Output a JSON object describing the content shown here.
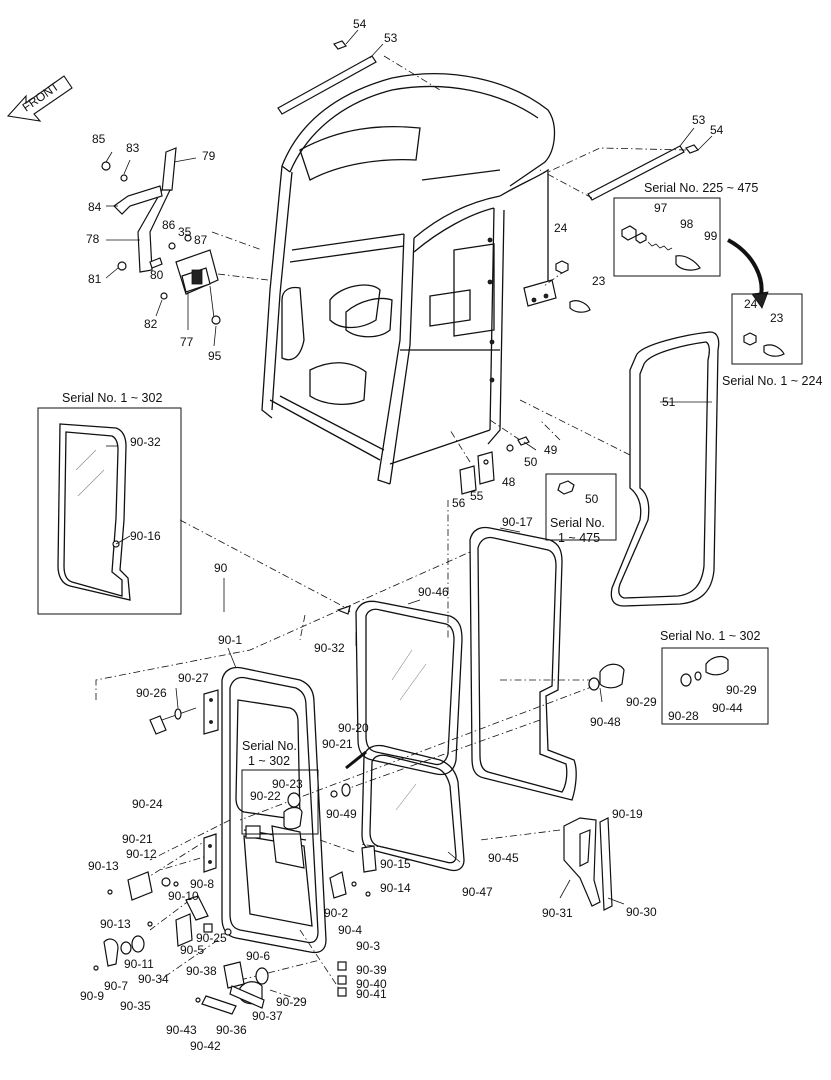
{
  "diagram": {
    "direction_label": "FRONT",
    "callouts": [
      {
        "id": "c54a",
        "text": "54"
      },
      {
        "id": "c53a",
        "text": "53"
      },
      {
        "id": "c53b",
        "text": "53"
      },
      {
        "id": "c54b",
        "text": "54"
      },
      {
        "id": "c85",
        "text": "85"
      },
      {
        "id": "c83",
        "text": "83"
      },
      {
        "id": "c79",
        "text": "79"
      },
      {
        "id": "c84",
        "text": "84"
      },
      {
        "id": "c78",
        "text": "78"
      },
      {
        "id": "c86",
        "text": "86"
      },
      {
        "id": "c35",
        "text": "35"
      },
      {
        "id": "c87",
        "text": "87"
      },
      {
        "id": "c80",
        "text": "80"
      },
      {
        "id": "c81",
        "text": "81"
      },
      {
        "id": "c82",
        "text": "82"
      },
      {
        "id": "c77",
        "text": "77"
      },
      {
        "id": "c95",
        "text": "95"
      },
      {
        "id": "c97",
        "text": "97"
      },
      {
        "id": "c98",
        "text": "98"
      },
      {
        "id": "c99",
        "text": "99"
      },
      {
        "id": "c24a",
        "text": "24"
      },
      {
        "id": "c23a",
        "text": "23"
      },
      {
        "id": "c24b",
        "text": "24"
      },
      {
        "id": "c23b",
        "text": "23"
      },
      {
        "id": "c51",
        "text": "51"
      },
      {
        "id": "c49",
        "text": "49"
      },
      {
        "id": "c50a",
        "text": "50"
      },
      {
        "id": "c48",
        "text": "48"
      },
      {
        "id": "c55",
        "text": "55"
      },
      {
        "id": "c56",
        "text": "56"
      },
      {
        "id": "c50b",
        "text": "50"
      },
      {
        "id": "c90-32a",
        "text": "90-32"
      },
      {
        "id": "c90-16",
        "text": "90-16"
      },
      {
        "id": "c90",
        "text": "90"
      },
      {
        "id": "c90-17",
        "text": "90-17"
      },
      {
        "id": "c90-46",
        "text": "90-46"
      },
      {
        "id": "c90-32b",
        "text": "90-32"
      },
      {
        "id": "c90-1",
        "text": "90-1"
      },
      {
        "id": "c90-27",
        "text": "90-27"
      },
      {
        "id": "c90-26",
        "text": "90-26"
      },
      {
        "id": "c90-29a",
        "text": "90-29"
      },
      {
        "id": "c90-48",
        "text": "90-48"
      },
      {
        "id": "c90-29b",
        "text": "90-29"
      },
      {
        "id": "c90-28",
        "text": "90-28"
      },
      {
        "id": "c90-44",
        "text": "90-44"
      },
      {
        "id": "c90-20",
        "text": "90-20"
      },
      {
        "id": "c90-21a",
        "text": "90-21"
      },
      {
        "id": "c90-23",
        "text": "90-23"
      },
      {
        "id": "c90-22",
        "text": "90-22"
      },
      {
        "id": "c90-49",
        "text": "90-49"
      },
      {
        "id": "c90-24",
        "text": "90-24"
      },
      {
        "id": "c90-21b",
        "text": "90-21"
      },
      {
        "id": "c90-12",
        "text": "90-12"
      },
      {
        "id": "c90-13a",
        "text": "90-13"
      },
      {
        "id": "c90-10",
        "text": "90-10"
      },
      {
        "id": "c90-8",
        "text": "90-8"
      },
      {
        "id": "c90-15",
        "text": "90-15"
      },
      {
        "id": "c90-14",
        "text": "90-14"
      },
      {
        "id": "c90-45",
        "text": "90-45"
      },
      {
        "id": "c90-47",
        "text": "90-47"
      },
      {
        "id": "c90-19",
        "text": "90-19"
      },
      {
        "id": "c90-2",
        "text": "90-2"
      },
      {
        "id": "c90-4",
        "text": "90-4"
      },
      {
        "id": "c90-3",
        "text": "90-3"
      },
      {
        "id": "c90-31",
        "text": "90-31"
      },
      {
        "id": "c90-30",
        "text": "90-30"
      },
      {
        "id": "c90-13b",
        "text": "90-13"
      },
      {
        "id": "c90-25",
        "text": "90-25"
      },
      {
        "id": "c90-5",
        "text": "90-5"
      },
      {
        "id": "c90-6",
        "text": "90-6"
      },
      {
        "id": "c90-11",
        "text": "90-11"
      },
      {
        "id": "c90-38",
        "text": "90-38"
      },
      {
        "id": "c90-7",
        "text": "90-7"
      },
      {
        "id": "c90-34",
        "text": "90-34"
      },
      {
        "id": "c90-9",
        "text": "90-9"
      },
      {
        "id": "c90-35",
        "text": "90-35"
      },
      {
        "id": "c90-39",
        "text": "90-39"
      },
      {
        "id": "c90-40",
        "text": "90-40"
      },
      {
        "id": "c90-41",
        "text": "90-41"
      },
      {
        "id": "c90-29c",
        "text": "90-29"
      },
      {
        "id": "c90-37",
        "text": "90-37"
      },
      {
        "id": "c90-43",
        "text": "90-43"
      },
      {
        "id": "c90-36",
        "text": "90-36"
      },
      {
        "id": "c90-42",
        "text": "90-42"
      }
    ],
    "serial_notes": {
      "n225_475": "Serial No. 225 ~ 475",
      "n1_224": "Serial No. 1 ~ 224",
      "n1_302_left": "Serial No. 1 ~ 302",
      "n1_475_line1": "Serial No.",
      "n1_475_line2": "1 ~ 475",
      "n1_302_right": "Serial No. 1 ~ 302",
      "n1_302_door_line1": "Serial No.",
      "n1_302_door_line2": "1 ~ 302"
    }
  }
}
